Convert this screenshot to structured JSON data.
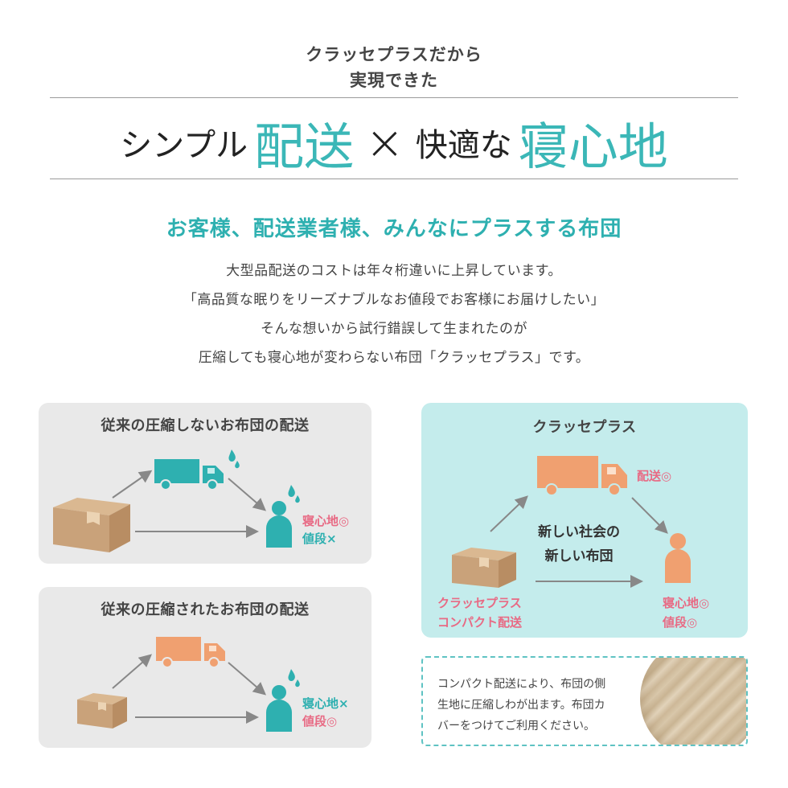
{
  "header": {
    "intro_line1": "クラッセプラスだから",
    "intro_line2": "実現できた",
    "headline": {
      "part1": "シンプル",
      "part2": "配送",
      "times": "×",
      "part3": "快適な",
      "part4": "寝心地"
    }
  },
  "subhead": "お客様、配送業者様、みんなにプラスする布団",
  "body_lines": [
    "大型品配送のコストは年々桁違いに上昇しています。",
    "「高品質な眠りをリーズナブルなお値段でお客様にお届けしたい」",
    "そんな想いから試行錯誤して生まれたのが",
    "圧縮しても寝心地が変わらない布団「クラッセプラス」です。"
  ],
  "panels": {
    "uncompressed": {
      "title": "従来の圧縮しないお布団の配送",
      "label1": "寝心地◎",
      "label2": "値段×"
    },
    "compressed": {
      "title": "従来の圧縮されたお布団の配送",
      "label1": "寝心地×",
      "label2": "値段◎"
    },
    "classe_plus": {
      "title": "クラッセプラス",
      "delivery_label": "配送◎",
      "center_line1": "新しい社会の",
      "center_line2": "新しい布団",
      "box_label1": "クラッセプラス",
      "box_label2": "コンパクト配送",
      "label1": "寝心地◎",
      "label2": "値段◎"
    }
  },
  "note": {
    "line1": "コンパクト配送により、布団の側",
    "line2": "生地に圧縮しわが出ます。布団カ",
    "line3": "バーをつけてご利用ください。"
  },
  "colors": {
    "teal": "#3bb7b7",
    "pink": "#e86a84",
    "orange": "#f0a070",
    "cardboard": "#c9a27a",
    "gray_panel": "#e9e9e9",
    "teal_panel": "#c4ecec"
  },
  "icons": [
    "truck-icon",
    "box-icon",
    "person-icon",
    "sweat-drop-icon",
    "arrow-icon",
    "fabric-swatch-image"
  ]
}
